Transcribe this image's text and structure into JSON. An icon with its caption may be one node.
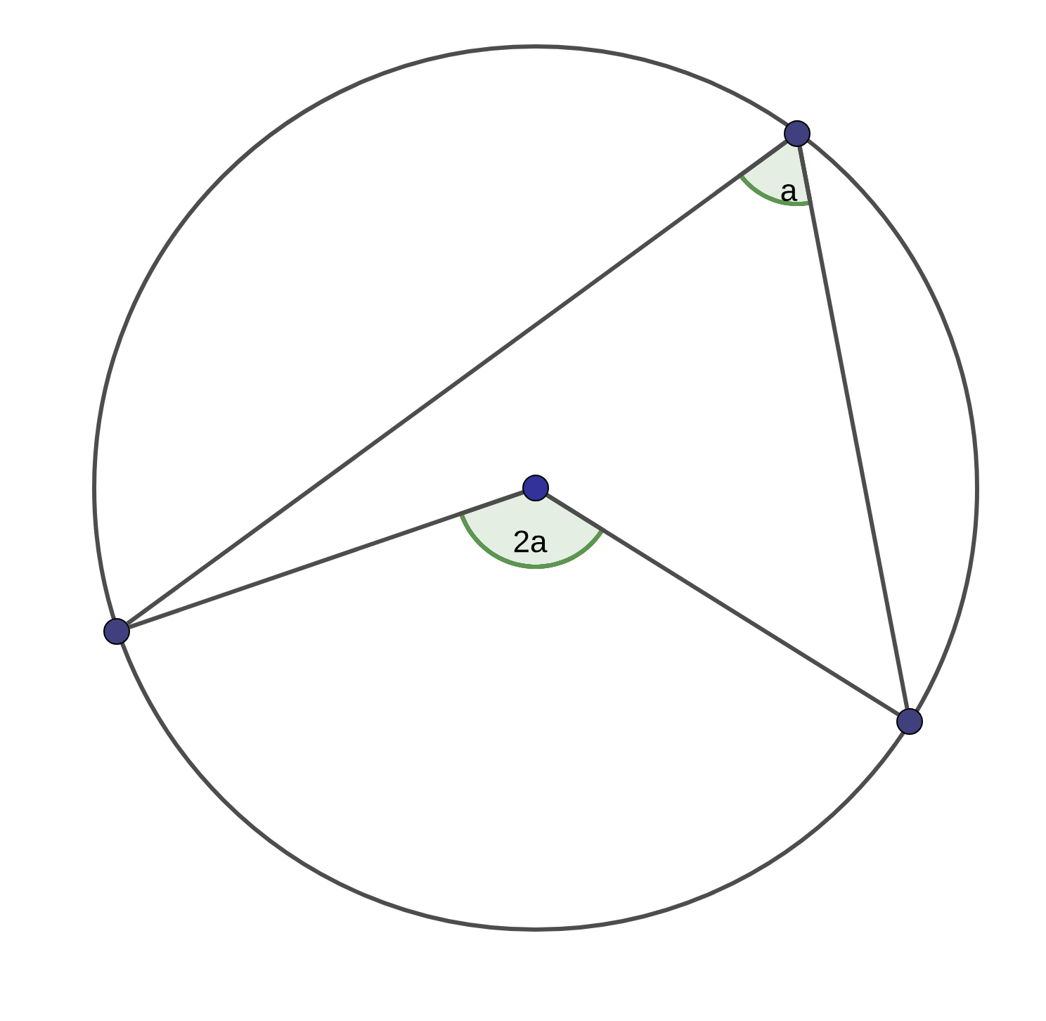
{
  "diagram": {
    "nodes": [
      {
        "text": [],
        "shape": "circle"
      },
      {
        "text": [],
        "shape": "circle"
      },
      {
        "text": [],
        "shape": "circle"
      },
      {
        "text": [],
        "shape": "circle"
      }
    ],
    "edges": [
      {
        "from": 2,
        "to": 0,
        "arrow": "none"
      },
      {
        "from": 2,
        "to": 3,
        "arrow": "none"
      },
      {
        "from": 1,
        "to": 0,
        "arrow": "none"
      },
      {
        "from": 1,
        "to": 3,
        "arrow": "none"
      }
    ],
    "labels": [
      "a",
      "2a"
    ]
  }
}
